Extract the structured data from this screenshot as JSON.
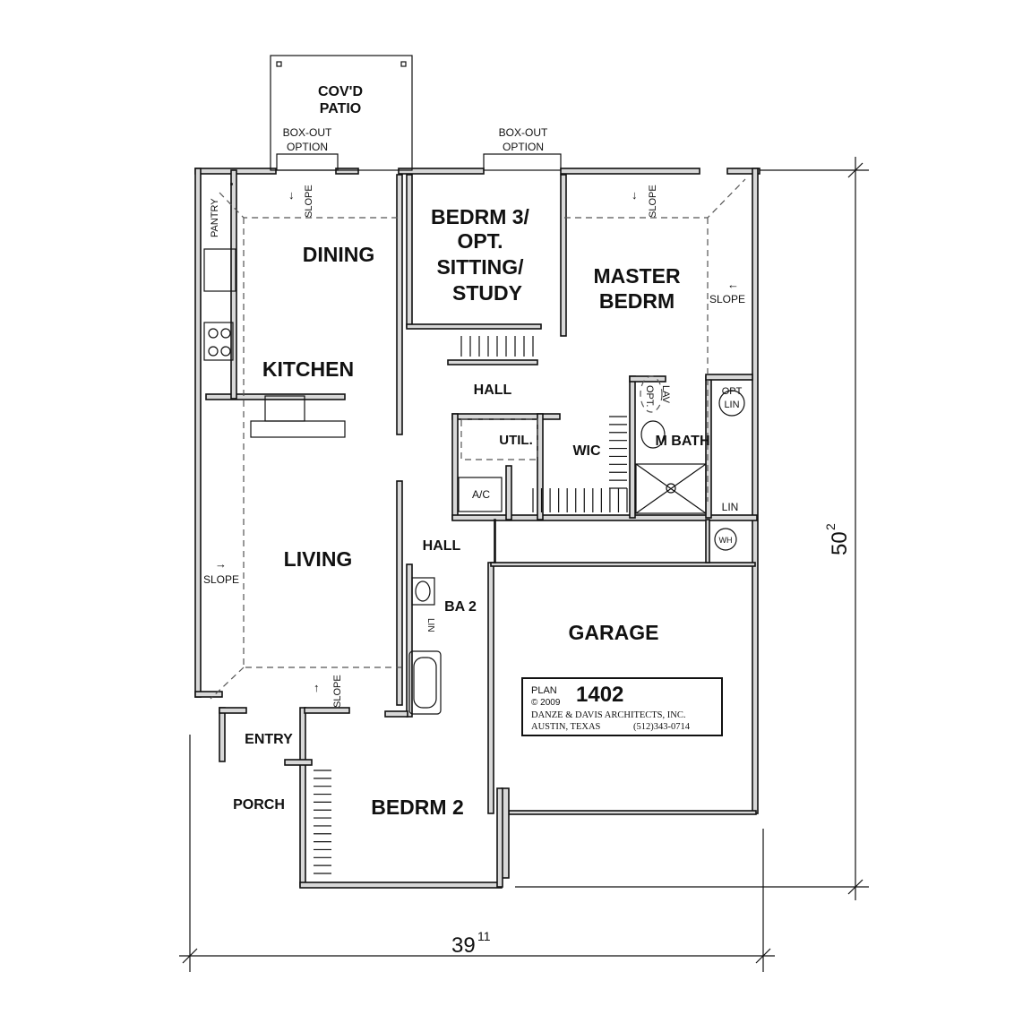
{
  "rooms": {
    "covd_patio": [
      "COV'D",
      "PATIO"
    ],
    "box_out_left": [
      "BOX-OUT",
      "OPTION"
    ],
    "box_out_right": [
      "BOX-OUT",
      "OPTION"
    ],
    "pantry": "PANTRY",
    "dining": "DINING",
    "bedrm3": [
      "BEDRM 3/",
      "OPT.",
      "SITTING/",
      "STUDY"
    ],
    "master": [
      "MASTER",
      "BEDRM"
    ],
    "kitchen": "KITCHEN",
    "hall_top": "HALL",
    "util": "UTIL.",
    "wic": "WIC",
    "opt_lav": [
      "OPT.",
      "LAV"
    ],
    "m_bath": "M BATH",
    "opt_lin": [
      "OPT",
      "LIN"
    ],
    "lin": "LIN",
    "ac": "A/C",
    "wh": "WH",
    "living": "LIVING",
    "hall_mid": "HALL",
    "ba2": "BA 2",
    "lin2": "LIN",
    "garage": "GARAGE",
    "entry": "ENTRY",
    "porch": "PORCH",
    "bedrm2": "BEDRM 2"
  },
  "slopes": [
    "SLOPE",
    "SLOPE",
    "SLOPE",
    "SLOPE",
    "SLOPE"
  ],
  "plan_box": {
    "plan_label": "PLAN",
    "plan_number": "1402",
    "copyright": "© 2009",
    "firm": "DANZE & DAVIS ARCHITECTS, INC.",
    "city": "AUSTIN, TEXAS",
    "phone": "(512)343-0714"
  },
  "dimensions": {
    "width_ft": "39",
    "width_in": "11",
    "depth_ft": "50",
    "depth_in": "2"
  }
}
